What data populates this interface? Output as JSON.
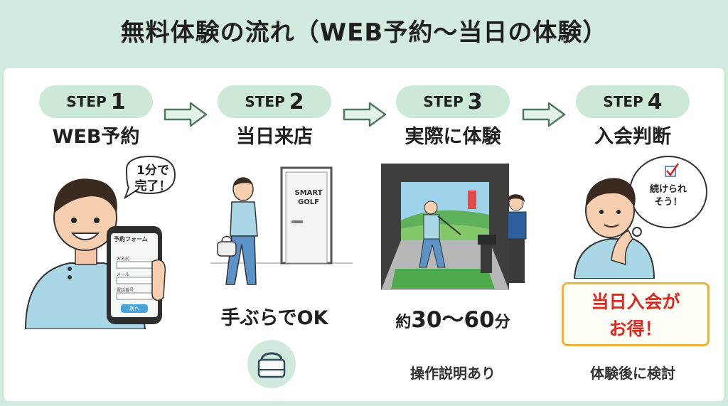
{
  "title": "無料体験の流れ（WEB予約〜当日の体験）",
  "steps": [
    {
      "label": "STEP",
      "number": "1",
      "title": "WEB予約"
    },
    {
      "label": "STEP",
      "number": "2",
      "title": "当日来店"
    },
    {
      "label": "STEP",
      "number": "3",
      "title": "実際に体験"
    },
    {
      "label": "STEP",
      "number": "4",
      "title": "入会判断"
    }
  ],
  "step1": {
    "bubble_line1": "1分で",
    "bubble_line2": "完了！",
    "form_title": "予約フォーム",
    "form_field1": "お名前",
    "form_field2": "メール",
    "form_field3": "電話番号",
    "form_button": "次へ"
  },
  "step2": {
    "door_sign_line1": "SMART",
    "door_sign_line2": "GOLF",
    "caption": "手ぶらでOK"
  },
  "step3": {
    "caption_prefix": "約",
    "caption_main": "30〜60",
    "caption_suffix": "分",
    "note": "操作説明あり"
  },
  "step4": {
    "thought_line1": "続けられ",
    "thought_line2": "そう！",
    "promo_line1": "当日入会が",
    "promo_line2": "お得！",
    "note": "体験後に検討"
  },
  "colors": {
    "background": "#d3ebdf",
    "pill": "#cbe9d6",
    "promo_text": "#d92a20",
    "promo_border": "#f1b234",
    "arrow": "#4d7a5e"
  }
}
